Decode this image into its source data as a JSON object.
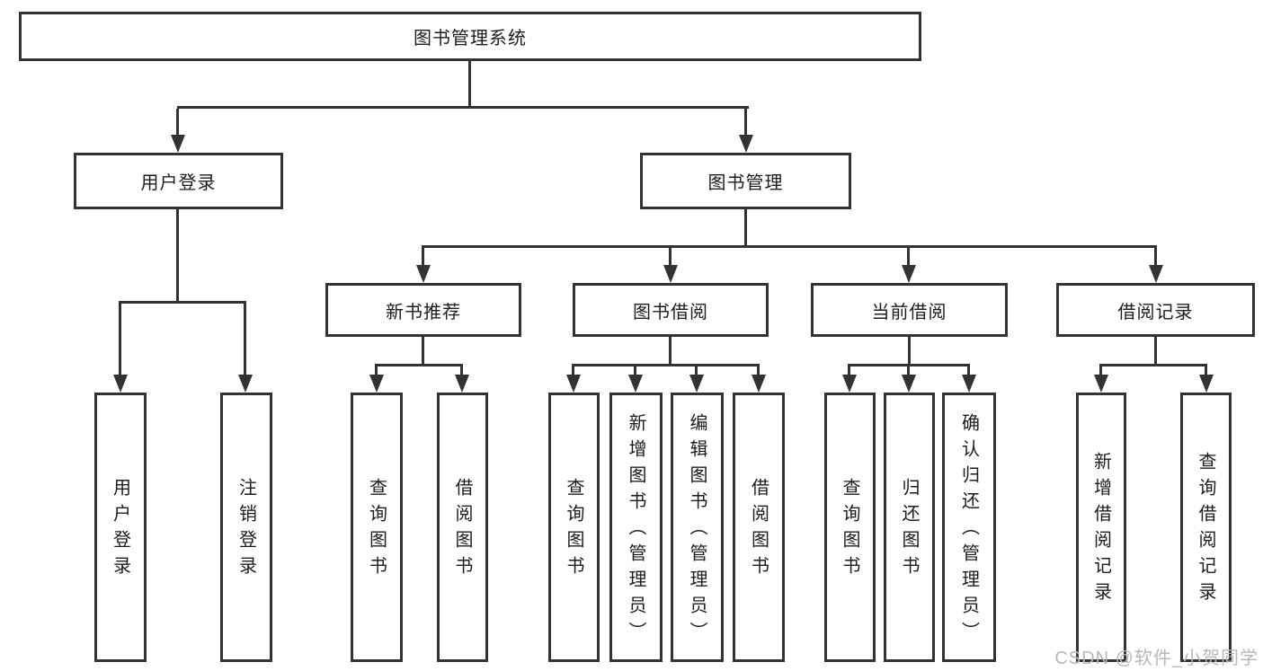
{
  "title": {
    "label": "图书管理系统"
  },
  "tree": {
    "user_login": {
      "label": "用户登录",
      "children": [
        {
          "label": "用户登录"
        },
        {
          "label": "注销登录"
        }
      ]
    },
    "book_mgmt": {
      "label": "图书管理",
      "children": [
        {
          "label": "新书推荐",
          "children": [
            {
              "label": "查询图书"
            },
            {
              "label": "借阅图书"
            }
          ]
        },
        {
          "label": "图书借阅",
          "children": [
            {
              "label": "查询图书"
            },
            {
              "label": "新增图书（管理员）"
            },
            {
              "label": "编辑图书（管理员）"
            },
            {
              "label": "借阅图书"
            }
          ]
        },
        {
          "label": "当前借阅",
          "children": [
            {
              "label": "查询图书"
            },
            {
              "label": "归还图书"
            },
            {
              "label": "确认归还（管理员）"
            }
          ]
        },
        {
          "label": "借阅记录",
          "children": [
            {
              "label": "新增借阅记录"
            },
            {
              "label": "查询借阅记录"
            }
          ]
        }
      ]
    }
  },
  "watermark": {
    "text": "CSDN @软件_小贺同学"
  },
  "colors": {
    "line": "#333333",
    "text": "#1c1c1c",
    "watermark_text": "#b7b7b7",
    "background": "#ffffff"
  }
}
